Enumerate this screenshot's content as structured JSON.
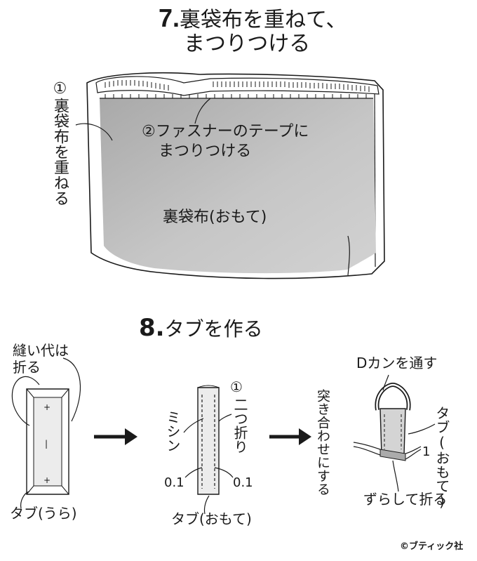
{
  "step7": {
    "number": "7.",
    "title_line1": "裏袋布を重ねて、",
    "title_line2": "まつりつける",
    "label_overlap": "①裏袋布を重ねる",
    "label_tape_line1": "②ファスナーのテープに",
    "label_tape_line2": "まつりつける",
    "label_lining": "裏袋布(おもて)"
  },
  "step8": {
    "number": "8.",
    "title": "タブを作る",
    "seam_line1": "縫い代は",
    "seam_line2": "折る",
    "tab_back": "タブ(うら)",
    "fold_num": "①",
    "fold_text": "二つ折り",
    "sewing": "ミシン",
    "margin_left": "0.1",
    "margin_right": "0.1",
    "tab_front": "タブ(おもて)",
    "dkan": "Dカンを通す",
    "butt": "突き合わせにする",
    "tab_front_vertical": "タブ(おもて)",
    "shift_fold": "ずらして折る",
    "shift_amount": "1"
  },
  "credit": "©ブティック社",
  "colors": {
    "fabric_gray": "#cfcfcf",
    "light_gray": "#e9e9e9",
    "line": "#1a1a1a"
  }
}
